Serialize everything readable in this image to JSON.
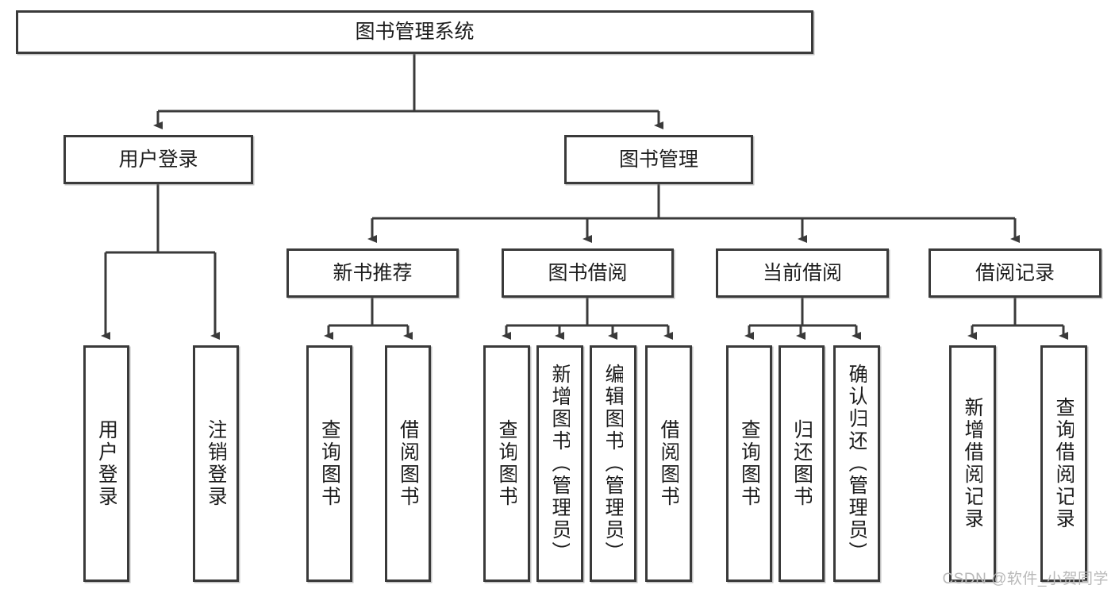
{
  "diagram": {
    "title": "图书管理系统",
    "root": {
      "label": "图书管理系统"
    },
    "level2": [
      {
        "label": "用户登录"
      },
      {
        "label": "图书管理"
      }
    ],
    "level3": [
      {
        "label": "新书推荐"
      },
      {
        "label": "图书借阅"
      },
      {
        "label": "当前借阅"
      },
      {
        "label": "借阅记录"
      }
    ],
    "leaves": {
      "user_login": [
        {
          "label": "用户登录"
        },
        {
          "label": "注销登录"
        }
      ],
      "new_book": [
        {
          "label": "查询图书"
        },
        {
          "label": "借阅图书"
        }
      ],
      "book_borrow": [
        {
          "label": "查询图书"
        },
        {
          "label": "新增图书（管理员）"
        },
        {
          "label": "编辑图书（管理员）"
        },
        {
          "label": "借阅图书"
        }
      ],
      "current_borrow": [
        {
          "label": "查询图书"
        },
        {
          "label": "归还图书"
        },
        {
          "label": "确认归还（管理员）"
        }
      ],
      "borrow_record": [
        {
          "label": "新增借阅记录"
        },
        {
          "label": "查询借阅记录"
        }
      ]
    }
  },
  "watermark": {
    "text": "CSDN @软件_小贺同学"
  },
  "colors": {
    "stroke": "#3a3a3a",
    "fill": "#ffffff",
    "text": "#1d1d1d",
    "watermark": "#b9b9b9"
  }
}
